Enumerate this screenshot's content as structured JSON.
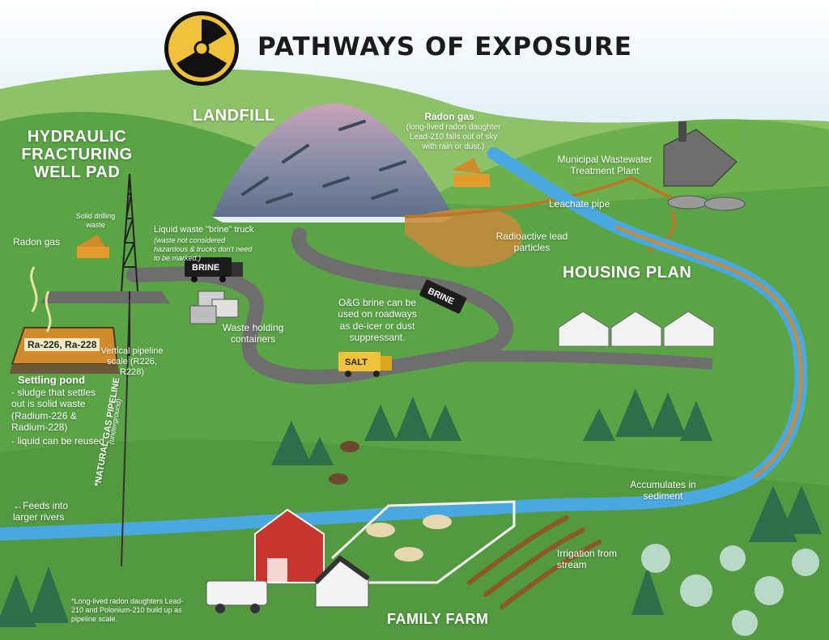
{
  "title": "PATHWAYS OF EXPOSURE",
  "icons": {
    "logo": "radiation-symbol-icon"
  },
  "colors": {
    "grass": "#5aa446",
    "sky": "#cfe6f2",
    "stream": "#4aa8e0",
    "road": "#6e6e6e",
    "sediment": "#c98a3a",
    "pond": "#d08c2c",
    "title": "#1c1c1c",
    "logo_yellow": "#f0c23c"
  },
  "sections": {
    "well_pad": "HYDRAULIC FRACTURING WELL PAD",
    "landfill": "LANDFILL",
    "housing": "HOUSING PLAN",
    "farm": "FAMILY FARM"
  },
  "labels": {
    "solid_drilling_waste": "Solid drilling waste",
    "radon_gas_left": "Radon gas",
    "brine_truck": "Liquid waste \"brine\" truck",
    "brine_truck_note": "(waste not considered hazardous & trucks don't need to be marked.)",
    "pond_tag": "Ra-226, Ra-228",
    "settling_pond_title": "Settling pond",
    "settling_pond_text": "- sludge that settles out is solid waste (Radium-226 & Radium-228)",
    "settling_pond_text2": "- liquid can be reused",
    "pipeline_scale": "Vertical pipeline scale (R226, R228)",
    "gas_pipeline": "*NATURAL GAS PIPELINE",
    "gas_pipeline_sub": "(underground)",
    "waste_containers": "Waste holding containers",
    "radon_gas_top_title": "Radon gas",
    "radon_gas_top_text": "(long-lived radon daughter Lead-210 falls out of sky with rain or dust.)",
    "brine_roads": "O&G brine can be used on roadways as de-icer or dust suppressant.",
    "municipal": "Municipal Wastewater Treatment Plant",
    "leachate": "Leachate pipe",
    "lead_particles": "Radioactive lead particles",
    "sediment": "Accumulates in sediment",
    "feeds_rivers": "←Feeds into larger rivers",
    "irrigation": "Irrigation from stream",
    "footnote": "*Long-lived radon daughters Lead-210 and Polonium-210 build up as pipeline scale."
  },
  "trucks": {
    "brine": "BRINE",
    "salt": "SALT"
  }
}
